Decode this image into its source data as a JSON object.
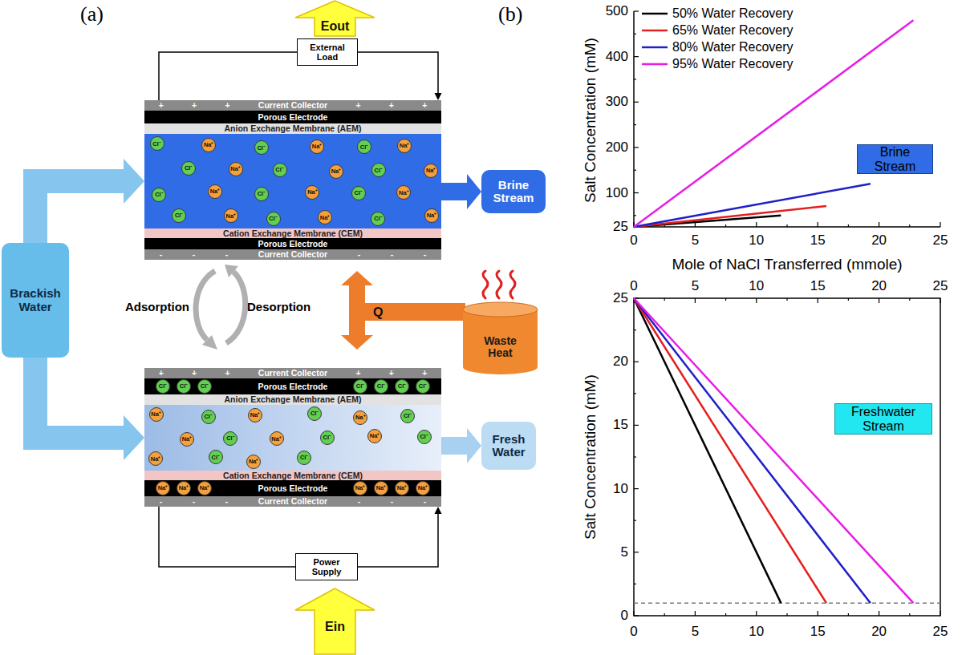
{
  "diagram": {
    "nodes": [
      {
        "text": [
          "Eout"
        ]
      },
      {
        "text": [
          "External Load"
        ]
      },
      {
        "text": [
          "+",
          "+",
          "+",
          "Current Collector",
          "+",
          "+",
          "+"
        ]
      },
      {
        "text": [
          "Porous Electrode"
        ]
      },
      {
        "text": [
          "Anion Exchange Membrane (AEM)"
        ]
      },
      {
        "text": []
      },
      {
        "text": [
          "Cl⁻"
        ],
        "in": 5
      },
      {
        "text": [
          "Na⁺"
        ],
        "in": 5
      },
      {
        "text": [
          "Cl⁻"
        ],
        "in": 5
      },
      {
        "text": [
          "Na⁺"
        ],
        "in": 5
      },
      {
        "text": [
          "Cl⁻"
        ],
        "in": 5
      },
      {
        "text": [
          "Na⁺"
        ],
        "in": 5
      },
      {
        "text": [
          "Cl⁻"
        ],
        "in": 5
      },
      {
        "text": [
          "Na⁺"
        ],
        "in": 5
      },
      {
        "text": [
          "Cl⁻"
        ],
        "in": 5
      },
      {
        "text": [
          "Na⁺"
        ],
        "in": 5
      },
      {
        "text": [
          "Cl⁻"
        ],
        "in": 5
      },
      {
        "text": [
          "Na⁺"
        ],
        "in": 5
      },
      {
        "text": [
          "Cl⁻"
        ],
        "in": 5
      },
      {
        "text": [
          "Na⁺"
        ],
        "in": 5
      },
      {
        "text": [
          "Cl⁻"
        ],
        "in": 5
      },
      {
        "text": [
          "Na⁺"
        ],
        "in": 5
      },
      {
        "text": [
          "Cl⁻"
        ],
        "in": 5
      },
      {
        "text": [
          "Na⁺"
        ],
        "in": 5
      },
      {
        "text": [
          "Cl⁻"
        ],
        "in": 5
      },
      {
        "text": [
          "Na⁺"
        ],
        "in": 5
      },
      {
        "text": [
          "Cl⁻"
        ],
        "in": 5
      },
      {
        "text": [
          "Na⁺"
        ],
        "in": 5
      },
      {
        "text": [
          "Cl⁻"
        ],
        "in": 5
      },
      {
        "text": [
          "Na⁺"
        ],
        "in": 5
      },
      {
        "text": [
          "Cation Exchange Membrane (CEM)"
        ]
      },
      {
        "text": [
          "Porous Electrode"
        ]
      },
      {
        "text": [
          "-",
          "-",
          "-",
          "Current Collector",
          "-",
          "-",
          "-"
        ]
      },
      {
        "text": [
          "Brine Stream"
        ]
      },
      {
        "text": [
          "Brackish Water"
        ]
      },
      {
        "text": [
          "Q"
        ]
      },
      {
        "text": [
          "Waste Heat"
        ]
      },
      {
        "text": [
          "+",
          "+",
          "+",
          "Current Collector",
          "+",
          "+",
          "+"
        ]
      },
      {
        "text": [
          "Porous Electrode"
        ]
      },
      {
        "text": [
          "Cl⁻"
        ],
        "in": 38
      },
      {
        "text": [
          "Cl⁻"
        ],
        "in": 38
      },
      {
        "text": [
          "Cl⁻"
        ],
        "in": 38
      },
      {
        "text": [
          "Cl⁻"
        ],
        "in": 38
      },
      {
        "text": [
          "Cl⁻"
        ],
        "in": 38
      },
      {
        "text": [
          "Cl⁻"
        ],
        "in": 38
      },
      {
        "text": [
          "Cl⁻"
        ],
        "in": 38
      },
      {
        "text": [
          "Anion Exchange Membrane (AEM)"
        ]
      },
      {
        "text": []
      },
      {
        "text": [
          "Na⁺"
        ],
        "in": 47
      },
      {
        "text": [
          "Cl⁻"
        ],
        "in": 47
      },
      {
        "text": [
          "Na⁺"
        ],
        "in": 47
      },
      {
        "text": [
          "Cl⁻"
        ],
        "in": 47
      },
      {
        "text": [
          "Na⁺"
        ],
        "in": 47
      },
      {
        "text": [
          "Cl⁻"
        ],
        "in": 47
      },
      {
        "text": [
          "Na⁺"
        ],
        "in": 47
      },
      {
        "text": [
          "Cl⁻"
        ],
        "in": 47
      },
      {
        "text": [
          "Na⁺"
        ],
        "in": 47
      },
      {
        "text": [
          "Cl⁻"
        ],
        "in": 47
      },
      {
        "text": [
          "Na⁺"
        ],
        "in": 47
      },
      {
        "text": [
          "Cl⁻"
        ],
        "in": 47
      },
      {
        "text": [
          "Na⁺"
        ],
        "in": 47
      },
      {
        "text": [
          "Cl⁻"
        ],
        "in": 47
      },
      {
        "text": [
          "Na⁺"
        ],
        "in": 47
      },
      {
        "text": [
          "Cl⁻"
        ],
        "in": 47
      },
      {
        "text": [
          "Cation Exchange Membrane (CEM)"
        ]
      },
      {
        "text": [
          "Porous Electrode"
        ]
      },
      {
        "text": [
          "Na⁺"
        ],
        "in": 65
      },
      {
        "text": [
          "Na⁺"
        ],
        "in": 65
      },
      {
        "text": [
          "Na⁺"
        ],
        "in": 65
      },
      {
        "text": [
          "Na⁺"
        ],
        "in": 65
      },
      {
        "text": [
          "Na⁺"
        ],
        "in": 65
      },
      {
        "text": [
          "Na⁺"
        ],
        "in": 65
      },
      {
        "text": [
          "Na⁺"
        ],
        "in": 65
      },
      {
        "text": [
          "-",
          "-",
          "-",
          "Current Collector",
          "-",
          "-",
          "-"
        ]
      },
      {
        "text": [
          "Fresh Water"
        ]
      },
      {
        "text": [
          "Power Supply"
        ]
      },
      {
        "text": [
          "Ein"
        ]
      },
      {
        "text": [
          "Brine Stream"
        ]
      },
      {
        "text": [
          "Freshwater Stream"
        ]
      }
    ],
    "edges": [
      {
        "from": 34,
        "to": 5,
        "arrow": "to"
      },
      {
        "from": 34,
        "to": 47,
        "arrow": "to"
      },
      {
        "from": 5,
        "to": 33,
        "arrow": "to"
      },
      {
        "from": 47,
        "to": 74,
        "arrow": "to"
      },
      {
        "from": 2,
        "to": 1,
        "arrow": "none"
      },
      {
        "from": 1,
        "to": 2,
        "arrow": "to"
      },
      {
        "from": 73,
        "to": 75,
        "arrow": "none"
      },
      {
        "from": 75,
        "to": 73,
        "arrow": "to"
      }
    ],
    "labels": [
      "(a)",
      "(b)",
      "Adsorption",
      "Desorption",
      "Salt Concentration (mM)",
      "500",
      "400",
      "300",
      "200",
      "100",
      "25",
      "0",
      "5",
      "10",
      "15",
      "20",
      "25",
      "Mole of NaCl Transferred (mmole)",
      "0",
      "5",
      "10",
      "15",
      "20",
      "25",
      "Salt Concentration (mM)",
      "25",
      "20",
      "15",
      "10",
      "5",
      "0",
      "0",
      "5",
      "10",
      "15",
      "20",
      "25"
    ],
    "legend": [
      {
        "text": "50% Water Recovery"
      },
      {
        "text": "65% Water Recovery"
      },
      {
        "text": "80% Water Recovery"
      },
      {
        "text": "95% Water Recovery"
      }
    ]
  }
}
